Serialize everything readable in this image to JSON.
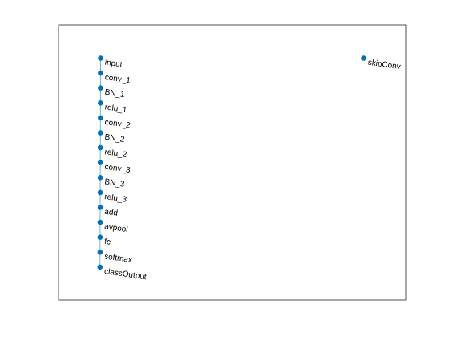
{
  "graph": {
    "nodes": [
      {
        "id": "input",
        "label": "input"
      },
      {
        "id": "conv_1",
        "label": "conv_1"
      },
      {
        "id": "BN_1",
        "label": "BN_1"
      },
      {
        "id": "relu_1",
        "label": "relu_1"
      },
      {
        "id": "conv_2",
        "label": "conv_2"
      },
      {
        "id": "BN_2",
        "label": "BN_2"
      },
      {
        "id": "relu_2",
        "label": "relu_2"
      },
      {
        "id": "conv_3",
        "label": "conv_3"
      },
      {
        "id": "BN_3",
        "label": "BN_3"
      },
      {
        "id": "relu_3",
        "label": "relu_3"
      },
      {
        "id": "add",
        "label": "add"
      },
      {
        "id": "avpool",
        "label": "avpool"
      },
      {
        "id": "fc",
        "label": "fc"
      },
      {
        "id": "softmax",
        "label": "softmax"
      },
      {
        "id": "classOutput",
        "label": "classOutput"
      },
      {
        "id": "skipConv",
        "label": "skipConv"
      }
    ],
    "edges": [
      [
        "input",
        "conv_1"
      ],
      [
        "conv_1",
        "BN_1"
      ],
      [
        "BN_1",
        "relu_1"
      ],
      [
        "relu_1",
        "conv_2"
      ],
      [
        "conv_2",
        "BN_2"
      ],
      [
        "BN_2",
        "relu_2"
      ],
      [
        "relu_2",
        "conv_3"
      ],
      [
        "conv_3",
        "BN_3"
      ],
      [
        "BN_3",
        "relu_3"
      ],
      [
        "relu_3",
        "add"
      ],
      [
        "add",
        "avpool"
      ],
      [
        "avpool",
        "fc"
      ],
      [
        "fc",
        "softmax"
      ],
      [
        "softmax",
        "classOutput"
      ]
    ],
    "colors": {
      "node": "#0072bd",
      "edge": "#0072bd",
      "label": "#000000",
      "axes": "#262626"
    }
  }
}
